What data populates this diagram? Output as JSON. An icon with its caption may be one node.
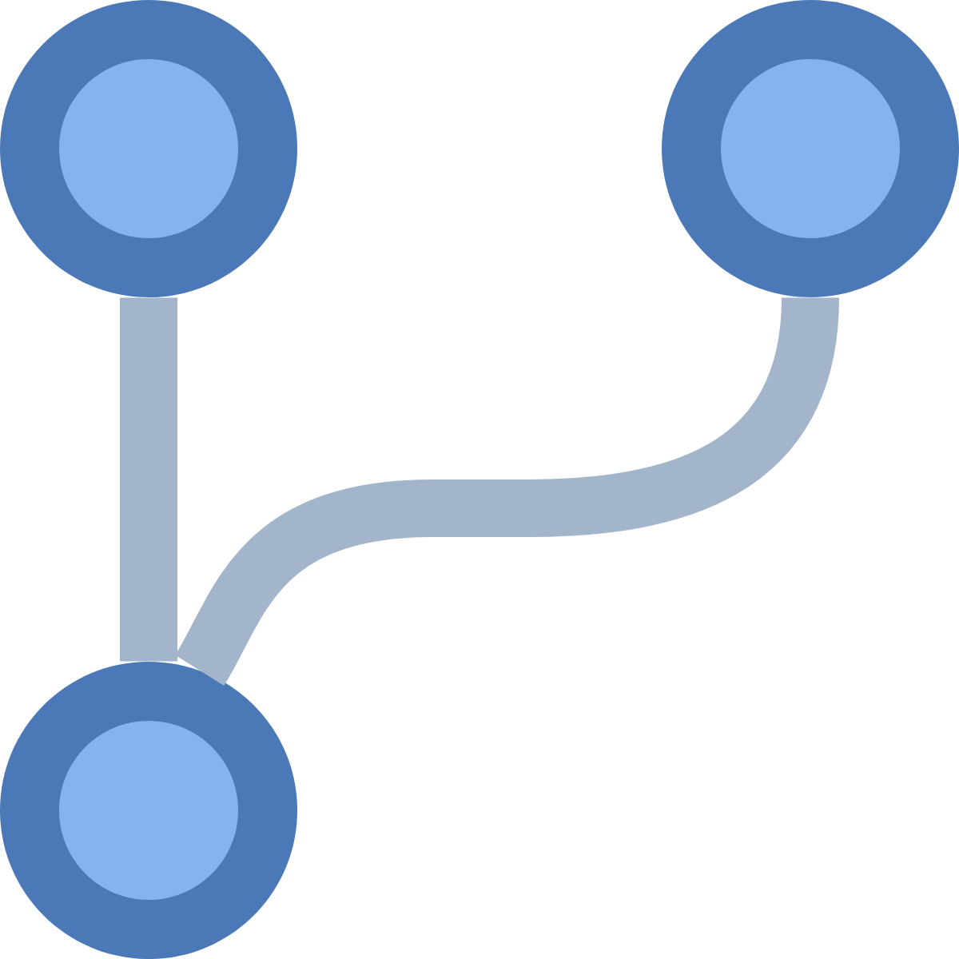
{
  "diagram": {
    "nodes": [
      {
        "text": [],
        "shape": "circle"
      },
      {
        "text": [],
        "shape": "circle"
      },
      {
        "text": [],
        "shape": "circle"
      }
    ],
    "edges": [
      {
        "from": 0,
        "to": 2,
        "arrow": "none"
      },
      {
        "from": 1,
        "to": 2,
        "arrow": "none"
      }
    ]
  }
}
